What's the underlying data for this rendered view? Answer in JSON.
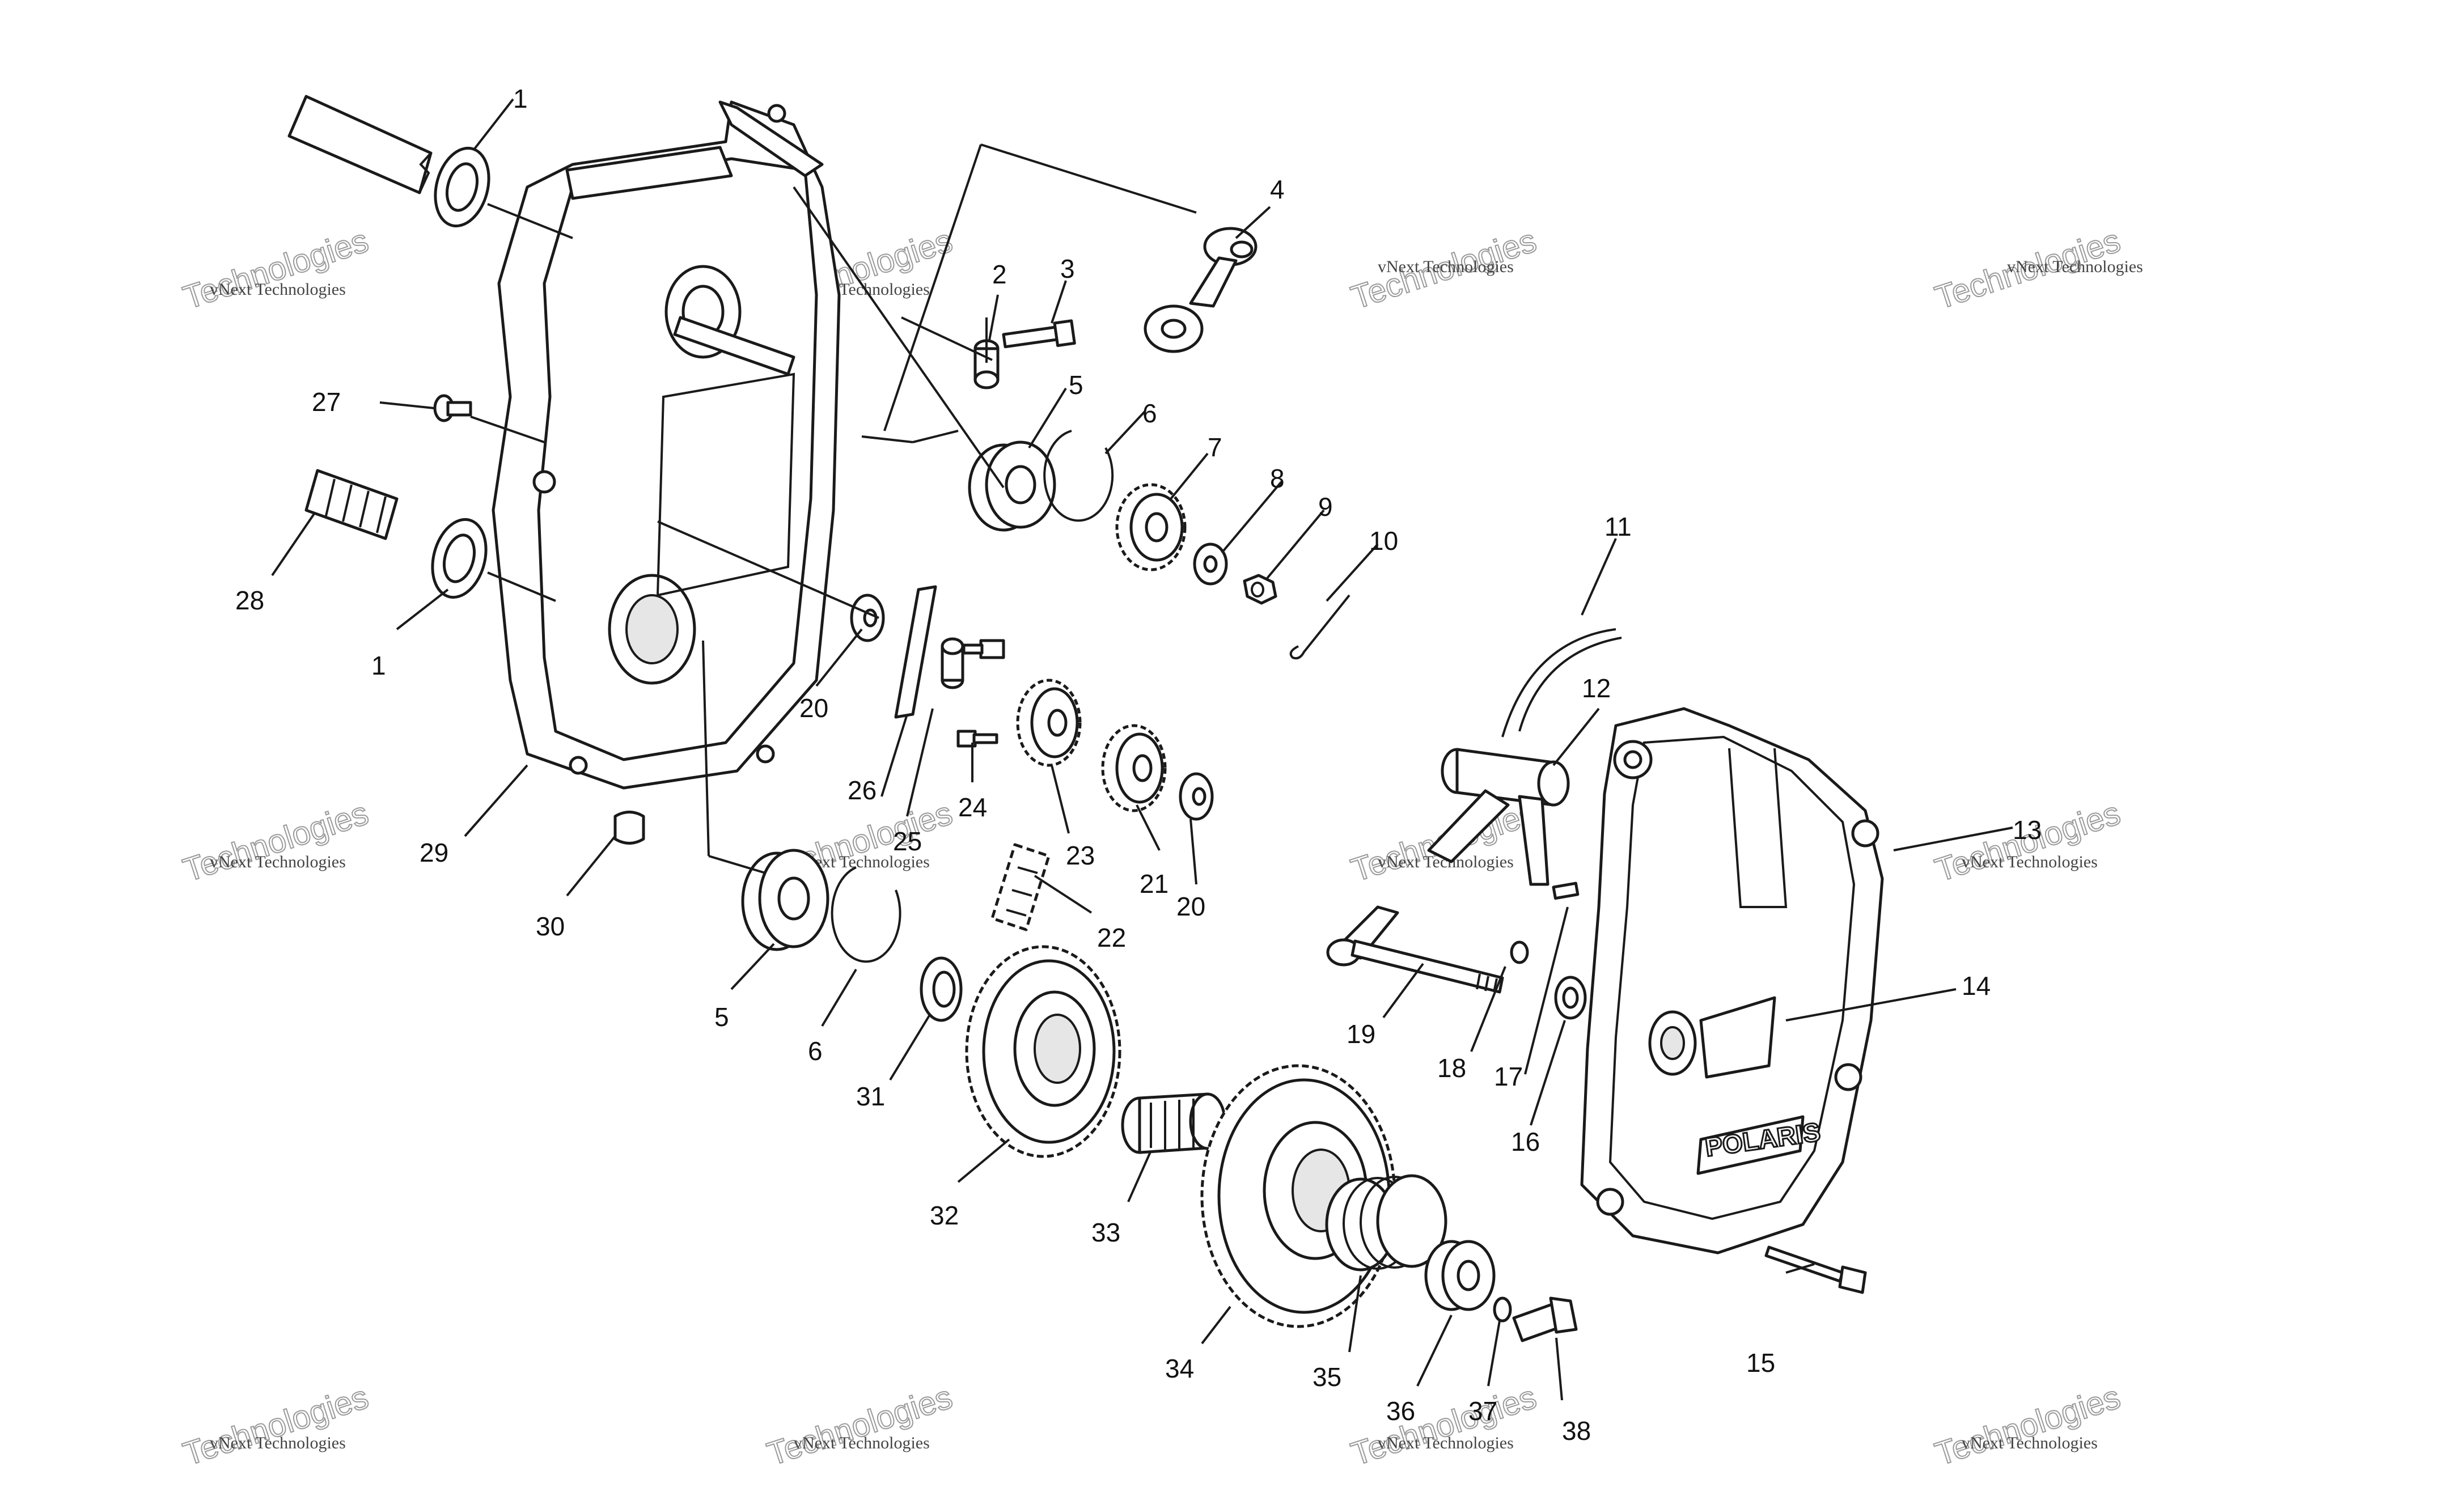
{
  "diagram": {
    "logo": "POLARIS",
    "watermark": {
      "line1": "vNext Technologies",
      "line2": "Technologies",
      "small": "vNext"
    },
    "labels": [
      {
        "id": "l1a",
        "text": "1"
      },
      {
        "id": "l1b",
        "text": "1"
      },
      {
        "id": "l2",
        "text": "2"
      },
      {
        "id": "l3",
        "text": "3"
      },
      {
        "id": "l4",
        "text": "4"
      },
      {
        "id": "l5a",
        "text": "5"
      },
      {
        "id": "l5b",
        "text": "5"
      },
      {
        "id": "l6a",
        "text": "6"
      },
      {
        "id": "l6b",
        "text": "6"
      },
      {
        "id": "l7",
        "text": "7"
      },
      {
        "id": "l8",
        "text": "8"
      },
      {
        "id": "l9",
        "text": "9"
      },
      {
        "id": "l10",
        "text": "10"
      },
      {
        "id": "l11",
        "text": "11"
      },
      {
        "id": "l12",
        "text": "12"
      },
      {
        "id": "l13",
        "text": "13"
      },
      {
        "id": "l14",
        "text": "14"
      },
      {
        "id": "l15",
        "text": "15"
      },
      {
        "id": "l16",
        "text": "16"
      },
      {
        "id": "l17",
        "text": "17"
      },
      {
        "id": "l18",
        "text": "18"
      },
      {
        "id": "l19",
        "text": "19"
      },
      {
        "id": "l20a",
        "text": "20"
      },
      {
        "id": "l20b",
        "text": "20"
      },
      {
        "id": "l21",
        "text": "21"
      },
      {
        "id": "l22",
        "text": "22"
      },
      {
        "id": "l23",
        "text": "23"
      },
      {
        "id": "l24",
        "text": "24"
      },
      {
        "id": "l25",
        "text": "25"
      },
      {
        "id": "l26",
        "text": "26"
      },
      {
        "id": "l27",
        "text": "27"
      },
      {
        "id": "l28",
        "text": "28"
      },
      {
        "id": "l29",
        "text": "29"
      },
      {
        "id": "l30",
        "text": "30"
      },
      {
        "id": "l31",
        "text": "31"
      },
      {
        "id": "l32",
        "text": "32"
      },
      {
        "id": "l33",
        "text": "33"
      },
      {
        "id": "l34",
        "text": "34"
      },
      {
        "id": "l35",
        "text": "35"
      },
      {
        "id": "l36",
        "text": "36"
      },
      {
        "id": "l37",
        "text": "37"
      },
      {
        "id": "l38",
        "text": "38"
      }
    ]
  }
}
